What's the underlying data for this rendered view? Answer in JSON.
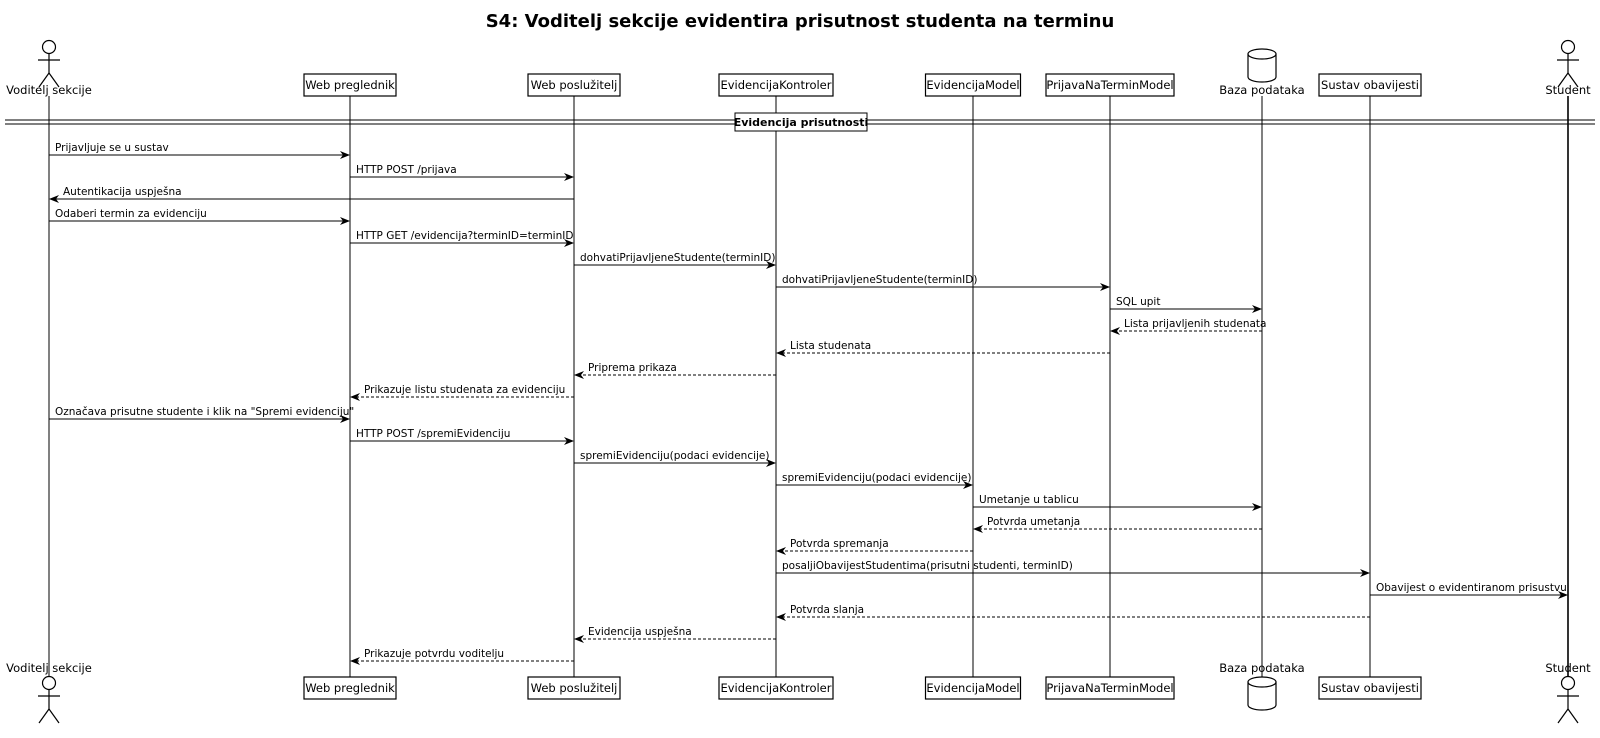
{
  "title": "S4: Voditelj sekcije evidentira prisutnost studenta na terminu",
  "group_label": "Evidencija prisutnosti",
  "participants": [
    {
      "id": "voditelj",
      "label": "Voditelj sekcije",
      "kind": "actor"
    },
    {
      "id": "preglednik",
      "label": "Web preglednik",
      "kind": "box"
    },
    {
      "id": "posluzitelj",
      "label": "Web poslužitelj",
      "kind": "box"
    },
    {
      "id": "kontroler",
      "label": "EvidencijaKontroler",
      "kind": "box"
    },
    {
      "id": "evmodel",
      "label": "EvidencijaModel",
      "kind": "box"
    },
    {
      "id": "prijavamodel",
      "label": "PrijavaNaTerminModel",
      "kind": "box"
    },
    {
      "id": "baza",
      "label": "Baza podataka",
      "kind": "database"
    },
    {
      "id": "obavijesti",
      "label": "Sustav obavijesti",
      "kind": "box"
    },
    {
      "id": "student",
      "label": "Student",
      "kind": "actor"
    }
  ],
  "messages": [
    {
      "from": "voditelj",
      "to": "preglednik",
      "label": "Prijavljuje se u sustav",
      "dashed": false
    },
    {
      "from": "preglednik",
      "to": "posluzitelj",
      "label": "HTTP POST /prijava",
      "dashed": false
    },
    {
      "from": "posluzitelj",
      "to": "voditelj",
      "label": "Autentikacija uspješna",
      "dashed": false
    },
    {
      "from": "voditelj",
      "to": "preglednik",
      "label": "Odaberi termin za evidenciju",
      "dashed": false
    },
    {
      "from": "preglednik",
      "to": "posluzitelj",
      "label": "HTTP GET /evidencija?terminID=terminID",
      "dashed": false
    },
    {
      "from": "posluzitelj",
      "to": "kontroler",
      "label": "dohvatiPrijavljeneStudente(terminID)",
      "dashed": false
    },
    {
      "from": "kontroler",
      "to": "prijavamodel",
      "label": "dohvatiPrijavljeneStudente(terminID)",
      "dashed": false
    },
    {
      "from": "prijavamodel",
      "to": "baza",
      "label": "SQL upit",
      "dashed": false
    },
    {
      "from": "baza",
      "to": "prijavamodel",
      "label": "Lista prijavljenih studenata",
      "dashed": true
    },
    {
      "from": "prijavamodel",
      "to": "kontroler",
      "label": "Lista studenata",
      "dashed": true
    },
    {
      "from": "kontroler",
      "to": "posluzitelj",
      "label": "Priprema prikaza",
      "dashed": true
    },
    {
      "from": "posluzitelj",
      "to": "preglednik",
      "label": "Prikazuje listu studenata za evidenciju",
      "dashed": true
    },
    {
      "from": "voditelj",
      "to": "preglednik",
      "label": "Označava prisutne studente i klik na \"Spremi evidenciju\"",
      "dashed": false
    },
    {
      "from": "preglednik",
      "to": "posluzitelj",
      "label": "HTTP POST /spremiEvidenciju",
      "dashed": false
    },
    {
      "from": "posluzitelj",
      "to": "kontroler",
      "label": "spremiEvidenciju(podaci evidencije)",
      "dashed": false
    },
    {
      "from": "kontroler",
      "to": "evmodel",
      "label": "spremiEvidenciju(podaci evidencije)",
      "dashed": false
    },
    {
      "from": "evmodel",
      "to": "baza",
      "label": "Umetanje u tablicu",
      "dashed": false
    },
    {
      "from": "baza",
      "to": "evmodel",
      "label": "Potvrda umetanja",
      "dashed": true
    },
    {
      "from": "evmodel",
      "to": "kontroler",
      "label": "Potvrda spremanja",
      "dashed": true
    },
    {
      "from": "kontroler",
      "to": "obavijesti",
      "label": "posaljiObavijestStudentima(prisutni studenti, terminID)",
      "dashed": false
    },
    {
      "from": "obavijesti",
      "to": "student",
      "label": "Obavijest o evidentiranom prisustvu",
      "dashed": false
    },
    {
      "from": "obavijesti",
      "to": "kontroler",
      "label": "Potvrda slanja",
      "dashed": true
    },
    {
      "from": "kontroler",
      "to": "posluzitelj",
      "label": "Evidencija uspješna",
      "dashed": true
    },
    {
      "from": "posluzitelj",
      "to": "preglednik",
      "label": "Prikazuje potvrdu voditelju",
      "dashed": true
    }
  ]
}
